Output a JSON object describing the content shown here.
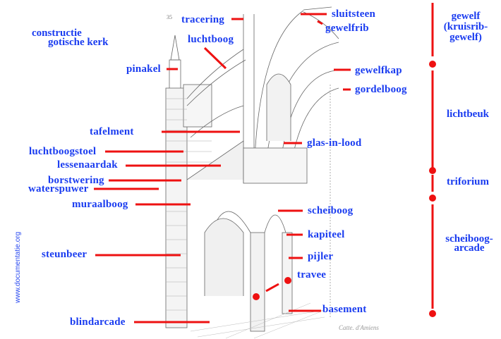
{
  "title": {
    "line1": "constructie",
    "line2": "gotische kerk"
  },
  "watermark": "www.documentatie.org",
  "plate_number": "35",
  "signature": "Catte. d'Amiens",
  "colors": {
    "label_text": "#1a3cf0",
    "pointer_line": "#ee1111",
    "drawing_ink": "#555555"
  },
  "labels": [
    {
      "id": "tracering",
      "text": "tracering"
    },
    {
      "id": "luchtboog",
      "text": "luchtboog"
    },
    {
      "id": "pinakel",
      "text": "pinakel"
    },
    {
      "id": "sluitsteen",
      "text": "sluitsteen"
    },
    {
      "id": "gewelfrib",
      "text": "gewelfrib"
    },
    {
      "id": "gewelfkap",
      "text": "gewelfkap"
    },
    {
      "id": "gordelboog",
      "text": "gordelboog"
    },
    {
      "id": "tafelment",
      "text": "tafelment"
    },
    {
      "id": "luchtboogstoel",
      "text": "luchtboogstoel"
    },
    {
      "id": "lessenaardak",
      "text": "lessenaardak"
    },
    {
      "id": "borstwering",
      "text": "borstwering"
    },
    {
      "id": "waterspuwer",
      "text": "waterspuwer"
    },
    {
      "id": "muraalboog",
      "text": "muraalboog"
    },
    {
      "id": "glas-in-lood",
      "text": "glas-in-lood"
    },
    {
      "id": "scheiboog",
      "text": "scheiboog"
    },
    {
      "id": "kapiteel",
      "text": "kapiteel"
    },
    {
      "id": "pijler",
      "text": "pijler"
    },
    {
      "id": "travee",
      "text": "travee"
    },
    {
      "id": "basement",
      "text": "basement"
    },
    {
      "id": "steunbeer",
      "text": "steunbeer"
    },
    {
      "id": "blindarcade",
      "text": "blindarcade"
    }
  ],
  "zones": [
    {
      "id": "gewelf",
      "lines": [
        "gewelf",
        "(kruisrib-",
        "gewelf)"
      ]
    },
    {
      "id": "lichtbeuk",
      "lines": [
        "lichtbeuk"
      ]
    },
    {
      "id": "triforium",
      "lines": [
        "triforium"
      ]
    },
    {
      "id": "scheiboog-arcade",
      "lines": [
        "scheiboog-",
        "arcade"
      ]
    }
  ]
}
